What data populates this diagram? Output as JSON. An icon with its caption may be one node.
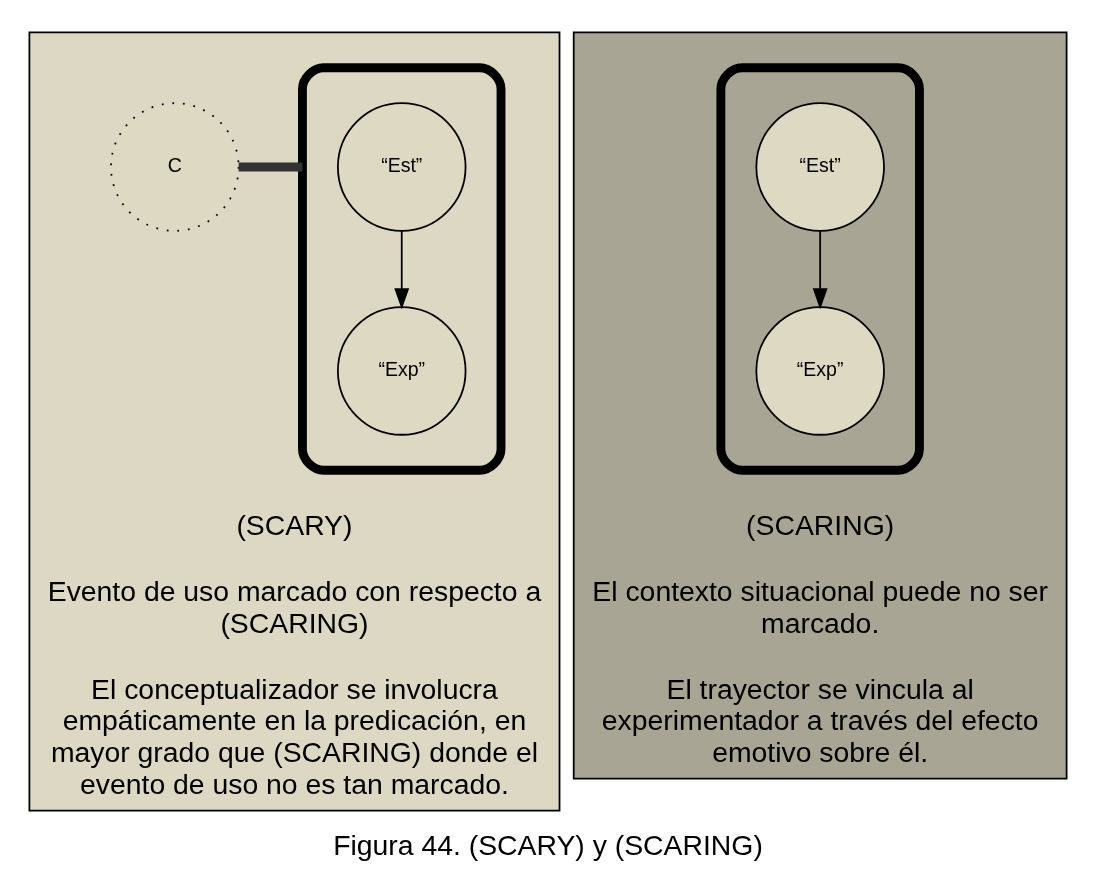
{
  "diagram": {
    "caption": "Figura 44. (SCARY) y (SCARING)",
    "nodes": [
      {
        "text": [
          "(SCARY)",
          "Evento de uso marcado con respecto a (SCARING)",
          "El conceptualizador se involucra empáticamente en la predicación, en mayor grado que (SCARING) donde el evento de uso no es tan marcado."
        ]
      },
      {
        "text": [],
        "shape": "ellipse",
        "in": 0
      },
      {
        "text": [
          "“Est”"
        ],
        "in": 1
      },
      {
        "text": [
          "“Exp”"
        ],
        "in": 1
      },
      {
        "text": [
          "C"
        ],
        "in": 0
      },
      {
        "text": [
          "(SCARING)",
          "El contexto situacional puede no ser marcado.",
          "El trayector se vincula al experimentador a través del efecto emotivo sobre él."
        ]
      },
      {
        "text": [],
        "shape": "ellipse",
        "in": 5
      },
      {
        "text": [
          "“Est”"
        ],
        "in": 6
      },
      {
        "text": [
          "“Exp”"
        ],
        "in": 6
      }
    ],
    "edges": [
      {
        "from": 2,
        "to": 3,
        "arrow": "to"
      },
      {
        "from": 4,
        "to": 1,
        "arrow": "none",
        "style": "thick",
        "color": "#333333"
      },
      {
        "from": 7,
        "to": 8,
        "arrow": "to"
      }
    ]
  }
}
